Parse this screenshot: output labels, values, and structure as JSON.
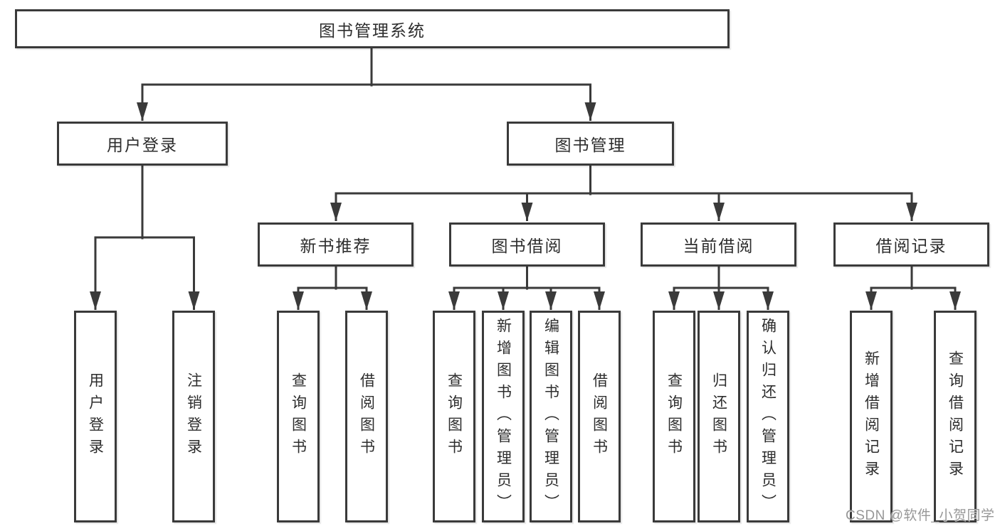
{
  "diagram_type": "tree",
  "colors": {
    "line": "#3a3a3a",
    "text": "#2d2d2d",
    "box_background": "#ffffff",
    "page_background": "#ffffff",
    "watermark": "#979797"
  },
  "nodes": {
    "root": {
      "label": "图书管理系统"
    },
    "level2": [
      {
        "label": "用户登录"
      },
      {
        "label": "图书管理"
      }
    ],
    "level3": [
      {
        "label": "新书推荐",
        "parent": "图书管理"
      },
      {
        "label": "图书借阅",
        "parent": "图书管理"
      },
      {
        "label": "当前借阅",
        "parent": "图书管理"
      },
      {
        "label": "借阅记录",
        "parent": "图书管理"
      }
    ],
    "leaves": [
      {
        "label": "用户登录",
        "parent": "用户登录"
      },
      {
        "label": "注销登录",
        "parent": "用户登录"
      },
      {
        "label": "查询图书",
        "parent": "新书推荐"
      },
      {
        "label": "借阅图书",
        "parent": "新书推荐"
      },
      {
        "label": "查询图书",
        "parent": "图书借阅"
      },
      {
        "label": "新增图书（管理员）",
        "parent": "图书借阅"
      },
      {
        "label": "编辑图书（管理员）",
        "parent": "图书借阅"
      },
      {
        "label": "借阅图书",
        "parent": "图书借阅"
      },
      {
        "label": "查询图书",
        "parent": "当前借阅"
      },
      {
        "label": "归还图书",
        "parent": "当前借阅"
      },
      {
        "label": "确认归还（管理员）",
        "parent": "当前借阅"
      },
      {
        "label": "新增借阅记录",
        "parent": "借阅记录"
      },
      {
        "label": "查询借阅记录",
        "parent": "借阅记录"
      }
    ]
  },
  "watermark": {
    "text": "CSDN @软件_小贺同学"
  }
}
